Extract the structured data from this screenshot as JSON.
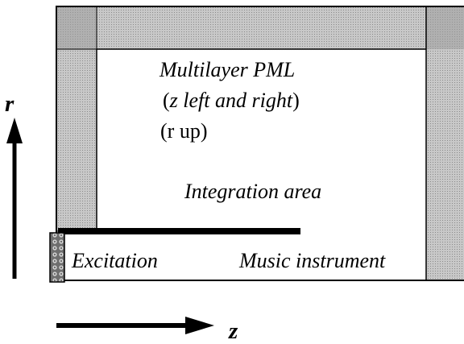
{
  "labels": {
    "r_axis": "r",
    "z_axis": "z",
    "pml_title": "Multilayer PML",
    "pml_paren_open": "(",
    "pml_z": "z",
    "pml_left_right": " left and right",
    "pml_paren_close": ")",
    "pml_r_up": "(r up)",
    "integration": "Integration area",
    "excitation": "Excitation",
    "instrument": "Music instrument"
  },
  "colors": {
    "stroke": "#000000",
    "pml_fill": "#c8c8c8",
    "pml_dot": "#8a8a8a",
    "excitation_fill": "#6e6e6e",
    "background": "#ffffff"
  },
  "icons": {
    "r_arrow": "arrow-up-icon",
    "z_arrow": "arrow-right-icon"
  }
}
